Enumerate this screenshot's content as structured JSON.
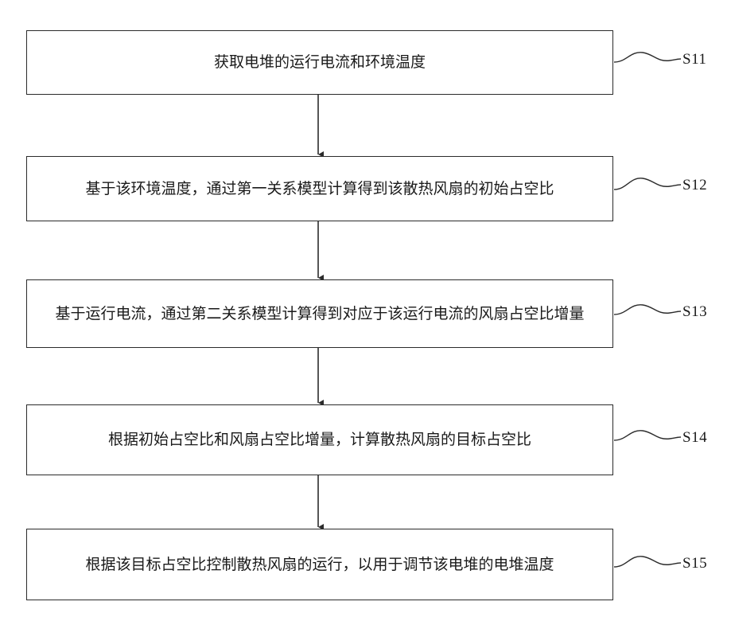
{
  "steps": [
    {
      "id": "S11",
      "text": "获取电堆的运行电流和环境温度"
    },
    {
      "id": "S12",
      "text": "基于该环境温度，通过第一关系模型计算得到该散热风扇的初始占空比"
    },
    {
      "id": "S13",
      "text": "基于运行电流，通过第二关系模型计算得到对应于该运行电流的风扇占空比增量"
    },
    {
      "id": "S14",
      "text": "根据初始占空比和风扇占空比增量，计算散热风扇的目标占空比"
    },
    {
      "id": "S15",
      "text": "根据该目标占空比控制散热风扇的运行，以用于调节该电堆的电堆温度"
    }
  ]
}
